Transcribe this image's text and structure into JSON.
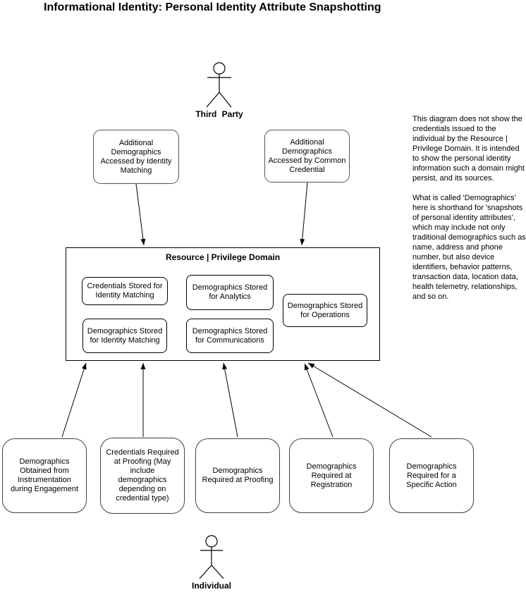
{
  "title": "Informational Identity: Personal Identity Attribute Snapshotting",
  "actors": {
    "third_party": {
      "label": "Third Party"
    },
    "individual": {
      "label": "Individual"
    }
  },
  "top_sources": [
    {
      "label": "Additional Demographics Accessed by Identity Matching"
    },
    {
      "label": "Additional Demographics Accessed by Common Credential"
    }
  ],
  "domain": {
    "title": "Resource | Privilege Domain",
    "stores": [
      {
        "label": "Credentials Stored for Identity Matching"
      },
      {
        "label": "Demographics Stored for Analytics"
      },
      {
        "label": "Demographics Stored for Operations"
      },
      {
        "label": "Demographics Stored for Identity Matching"
      },
      {
        "label": "Demographics Stored for Communications"
      }
    ]
  },
  "bottom_sources": [
    {
      "label": "Demographics Obtained from Instrumentation during Engagement"
    },
    {
      "label": "Credentials Required at Proofing (May include demographics depending on credential type)"
    },
    {
      "label": "Demographics Required at Proofing"
    },
    {
      "label": "Demographics Required at Registration"
    },
    {
      "label": "Demographics Required for a Specific Action"
    }
  ],
  "notes": {
    "paragraph1": "This diagram does not show the credentials issued to the individual by the Resource | Privilege Domain.  It is intended to show the personal identity information such a domain might persist, and its sources.",
    "paragraph2": "What is called 'Demographics' here is shorthand for 'snapshots of personal identity attributes', which may include not only traditional demographics such as name, address and phone number, but also device identifiers, behavior patterns, transaction data, location data, health telemetry, relationships, and so on."
  },
  "colors": {
    "background": "#ffffff",
    "text": "#000000",
    "connector": "#000000",
    "rounded_source_border": "#565656",
    "store_border": "#000000",
    "container_border": "#000000"
  }
}
